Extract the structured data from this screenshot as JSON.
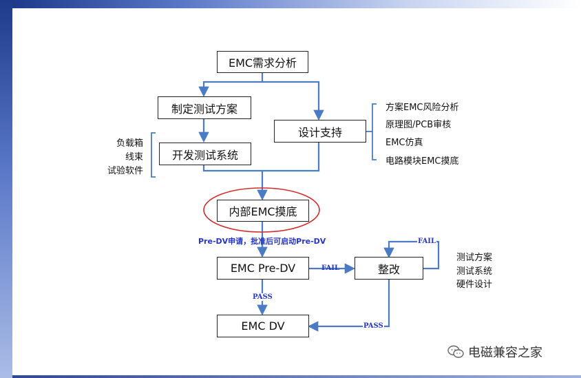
{
  "nodes": {
    "emc_requirements": "EMC需求分析",
    "test_plan": "制定测试方案",
    "design_support": "设计支持",
    "test_system": "开发测试系统",
    "internal_precheck": "内部EMC摸底",
    "pre_dv": "EMC Pre-DV",
    "rectify": "整改",
    "dv": "EMC DV"
  },
  "notes": {
    "test_system_items": [
      "负载箱",
      "线束",
      "试验软件"
    ],
    "design_support_items": [
      "方案EMC风险分析",
      "原理图/PCB审核",
      "EMC仿真",
      "电路模块EMC摸底"
    ],
    "rectify_items": [
      "测试方案",
      "测试系统",
      "硬件设计"
    ]
  },
  "labels": {
    "pre_dv_apply": "Pre-DV申请，批准后可启动Pre-DV",
    "fail": "FAIL",
    "pass": "PASS"
  },
  "watermark": {
    "text": "电磁兼容之家"
  },
  "colors": {
    "arrow": "#4a7bc4",
    "highlight_ellipse": "#d42a2a",
    "label_blue": "#2535c8"
  }
}
